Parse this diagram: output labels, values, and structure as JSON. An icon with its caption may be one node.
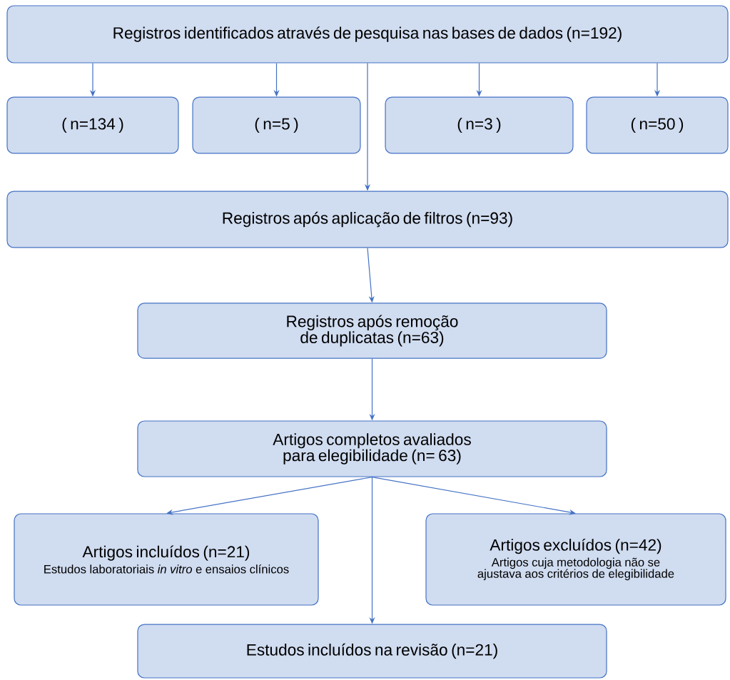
{
  "diagram": {
    "nodes": [
      {
        "text": [
          "Registros identificados através de pesquisa nas bases de dados (n=192)"
        ]
      },
      {
        "text": [
          "( n=134 )"
        ]
      },
      {
        "text": [
          "( n=5 )"
        ]
      },
      {
        "text": [
          "( n=3 )"
        ]
      },
      {
        "text": [
          "( n=50 )"
        ]
      },
      {
        "text": [
          "Registros após aplicação de filtros (n=93)"
        ]
      },
      {
        "text": [
          "Registros após remoção de duplicatas (n=63)"
        ]
      },
      {
        "text": [
          "Artigos completos avaliados para elegibilidade (n= 63)"
        ]
      },
      {
        "text": [
          "Artigos incluídos (n=21)",
          "Estudos laboratoriais *in vitro* e ensaios clínicos"
        ]
      },
      {
        "text": [
          "Artigos excluídos (n=42)",
          "Artigos cuja metodologia não se ajustava aos critérios de elegibilidade"
        ]
      },
      {
        "text": [
          "Estudos incluídos na revisão (n=21)"
        ]
      }
    ],
    "edges": [
      {
        "from": 0,
        "to": 1,
        "arrow": "to"
      },
      {
        "from": 0,
        "to": 2,
        "arrow": "to"
      },
      {
        "from": 0,
        "to": 3,
        "arrow": "to"
      },
      {
        "from": 0,
        "to": 4,
        "arrow": "to"
      },
      {
        "from": 0,
        "to": 5,
        "arrow": "to"
      },
      {
        "from": 5,
        "to": 6,
        "arrow": "to"
      },
      {
        "from": 6,
        "to": 7,
        "arrow": "to"
      },
      {
        "from": 7,
        "to": 8,
        "arrow": "to"
      },
      {
        "from": 7,
        "to": 9,
        "arrow": "to"
      },
      {
        "from": 7,
        "to": 10,
        "arrow": "to"
      }
    ]
  }
}
